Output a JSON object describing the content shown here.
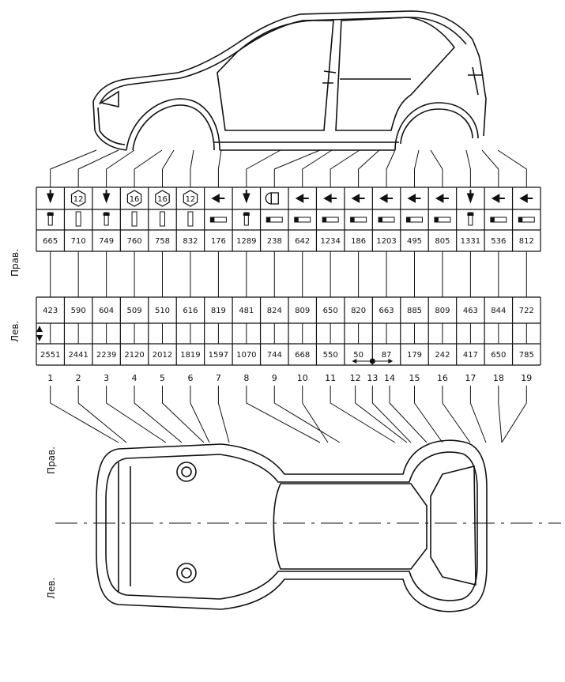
{
  "side_labels": {
    "right": "Прав.",
    "left": "Лев."
  },
  "top_table": {
    "columns": [
      {
        "fastener": "arrow-down-icon",
        "size": "",
        "value": "665"
      },
      {
        "fastener": "hex-bolt-icon",
        "size": "12",
        "value": "710"
      },
      {
        "fastener": "arrow-down-icon",
        "size": "",
        "value": "749"
      },
      {
        "fastener": "hex-bolt-icon",
        "size": "16",
        "value": "760"
      },
      {
        "fastener": "hex-bolt-icon",
        "size": "16",
        "value": "758"
      },
      {
        "fastener": "hex-bolt-icon",
        "size": "12",
        "value": "832"
      },
      {
        "fastener": "arrow-left-icon",
        "size": "",
        "value": "176"
      },
      {
        "fastener": "arrow-down-icon",
        "size": "",
        "value": "1289"
      },
      {
        "fastener": "round-head-icon",
        "size": "",
        "value": "238"
      },
      {
        "fastener": "arrow-left-icon",
        "size": "",
        "value": "642"
      },
      {
        "fastener": "arrow-left-icon",
        "size": "",
        "value": "1234"
      },
      {
        "fastener": "arrow-left-icon",
        "size": "",
        "value": "186"
      },
      {
        "fastener": "arrow-left-icon",
        "size": "",
        "value": "1203"
      },
      {
        "fastener": "arrow-left-icon",
        "size": "",
        "value": "495"
      },
      {
        "fastener": "arrow-left-icon",
        "size": "",
        "value": "805"
      },
      {
        "fastener": "arrow-down-icon",
        "size": "",
        "value": "1331"
      },
      {
        "fastener": "arrow-left-icon",
        "size": "",
        "value": "536"
      },
      {
        "fastener": "arrow-left-icon",
        "size": "",
        "value": "812"
      }
    ]
  },
  "right_row": [
    "423",
    "590",
    "604",
    "509",
    "510",
    "616",
    "819",
    "481",
    "824",
    "809",
    "650",
    "820",
    "663",
    "885",
    "809",
    "463",
    "844",
    "722"
  ],
  "left_row": [
    "2551",
    "2441",
    "2239",
    "2120",
    "2012",
    "1819",
    "1597",
    "1070",
    "744",
    "668",
    "550",
    "50",
    "87",
    "179",
    "242",
    "417",
    "650",
    "785"
  ],
  "point_numbers": [
    "1",
    "2",
    "3",
    "4",
    "5",
    "6",
    "7",
    "8",
    "9",
    "10",
    "11",
    "12",
    "13",
    "14",
    "15",
    "16",
    "17",
    "18",
    "19"
  ]
}
